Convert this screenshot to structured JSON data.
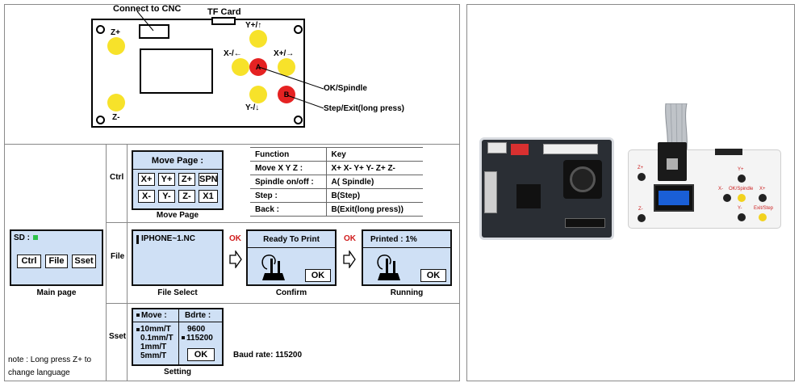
{
  "controller": {
    "connect_label": "Connect to CNC",
    "tf_card_label": "TF Card",
    "z_plus": "Z+",
    "z_minus": "Z-",
    "y_plus": "Y+/↑",
    "y_minus": "Y-/↓",
    "x_minus": "X-/←",
    "x_plus": "X+/→",
    "key_a": "A",
    "key_b": "B",
    "ok_spindle": "OK/Spindle",
    "step_exit": "Step/Exit(long press)"
  },
  "rows": {
    "ctrl": "Ctrl",
    "file": "File",
    "sset": "Sset"
  },
  "main_page": {
    "status": "SD :",
    "buttons": [
      "Ctrl",
      "File",
      "Sset"
    ],
    "caption": "Main page"
  },
  "note": {
    "line1": "note : Long press Z+ to",
    "line2": "change language"
  },
  "move_page": {
    "title": "Move Page :",
    "keys_row1": [
      "X+",
      "Y+",
      "Z+",
      "SPN"
    ],
    "keys_row2": [
      "X-",
      "Y-",
      "Z-",
      "X1"
    ],
    "caption": "Move Page"
  },
  "function_table": {
    "header": [
      "Function",
      "Key"
    ],
    "rows": [
      [
        "Move X Y Z :",
        "X+  X-  Y+  Y-  Z+  Z-"
      ],
      [
        "Spindle on/off :",
        "A( Spindle)"
      ],
      [
        "Step :",
        "B(Step)"
      ],
      [
        "Back :",
        "B(Exit(long press))"
      ]
    ]
  },
  "file_select": {
    "filename": "IPHONE~1.NC",
    "caption": "File Select"
  },
  "ok_labels": [
    "OK",
    "OK"
  ],
  "confirm": {
    "title": "Ready To Print",
    "ok_button": "OK",
    "caption": "Confirm"
  },
  "running": {
    "title": "Printed : 1%",
    "ok_button": "OK",
    "caption": "Running"
  },
  "setting": {
    "move_header": "Move :",
    "bdrte_header": "Bdrte :",
    "move_options": [
      "10mm/T",
      "0.1mm/T",
      "1mm/T",
      "5mm/T"
    ],
    "baud_options": [
      "9600",
      "115200"
    ],
    "ok_button": "OK",
    "caption": "Setting"
  },
  "baud_rate_text": "Baud rate: 115200",
  "photo": {
    "z_plus": "Z+",
    "z_minus": "Z-",
    "y_plus": "Y+",
    "y_minus": "Y-",
    "x_minus": "X-",
    "x_plus": "X+",
    "ok_spindle": "OK/Spindle",
    "exit_step": "Exit/Step"
  },
  "colors": {
    "lcd_blue": "#cfe0f5",
    "key_yellow": "#f7e22a",
    "key_red": "#e52222",
    "ok_red": "#d01c1c",
    "status_green": "#2ec24a"
  }
}
